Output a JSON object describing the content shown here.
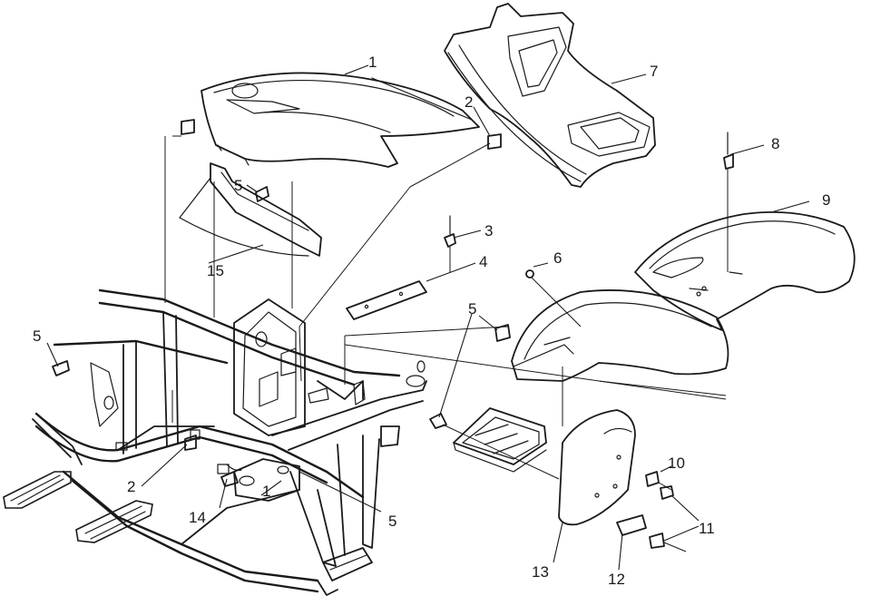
{
  "diagram": {
    "callouts": [
      {
        "id": "c1a",
        "label": "1"
      },
      {
        "id": "c1b",
        "label": "1"
      },
      {
        "id": "c2a",
        "label": "2"
      },
      {
        "id": "c2b",
        "label": "2"
      },
      {
        "id": "c3",
        "label": "3"
      },
      {
        "id": "c4",
        "label": "4"
      },
      {
        "id": "c5a",
        "label": "5"
      },
      {
        "id": "c5b",
        "label": "5"
      },
      {
        "id": "c5c",
        "label": "5"
      },
      {
        "id": "c5d",
        "label": "5"
      },
      {
        "id": "c6",
        "label": "6"
      },
      {
        "id": "c7",
        "label": "7"
      },
      {
        "id": "c8",
        "label": "8"
      },
      {
        "id": "c9",
        "label": "9"
      },
      {
        "id": "c10",
        "label": "10"
      },
      {
        "id": "c11",
        "label": "11"
      },
      {
        "id": "c12",
        "label": "12"
      },
      {
        "id": "c13",
        "label": "13"
      },
      {
        "id": "c14",
        "label": "14"
      },
      {
        "id": "c15",
        "label": "15"
      }
    ]
  }
}
